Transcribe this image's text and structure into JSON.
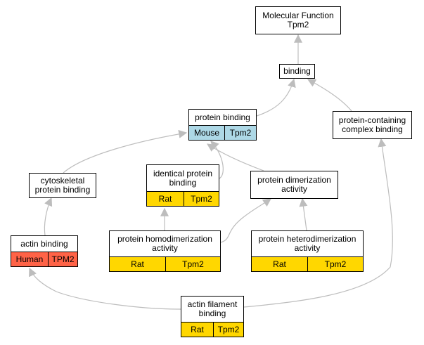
{
  "colors": {
    "edge": "#bdbdbd",
    "mouse": "#add8e6",
    "rat": "#ffd700",
    "human": "#ff6347",
    "node_border": "#000000"
  },
  "nodes": {
    "mf": {
      "title": "Molecular Function\nTpm2"
    },
    "binding": {
      "title": "binding"
    },
    "pb": {
      "title": "protein binding",
      "species": "Mouse",
      "gene": "Tpm2",
      "color": "mouse"
    },
    "pccb": {
      "title": "protein-containing\ncomplex binding"
    },
    "cpb": {
      "title": "cytoskeletal\nprotein binding"
    },
    "ipb": {
      "title": "identical protein\nbinding",
      "species": "Rat",
      "gene": "Tpm2",
      "color": "rat"
    },
    "pda": {
      "title": "protein dimerization\nactivity"
    },
    "ab": {
      "title": "actin binding",
      "species": "Human",
      "gene": "TPM2",
      "color": "human"
    },
    "phda": {
      "title": "protein homodimerization\nactivity",
      "species": "Rat",
      "gene": "Tpm2",
      "color": "rat"
    },
    "phtda": {
      "title": "protein heterodimerization\nactivity",
      "species": "Rat",
      "gene": "Tpm2",
      "color": "rat"
    },
    "afb": {
      "title": "actin filament\nbinding",
      "species": "Rat",
      "gene": "Tpm2",
      "color": "rat"
    }
  }
}
